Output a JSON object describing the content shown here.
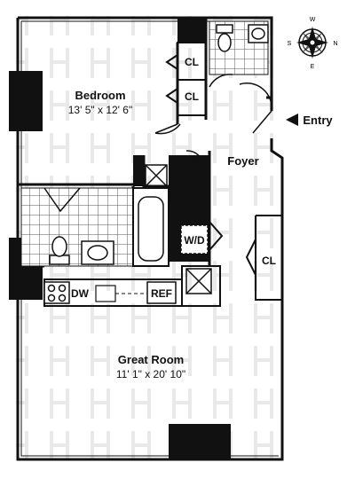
{
  "rooms": {
    "bedroom": {
      "name": "Bedroom",
      "dims": "13' 5\" x 12' 6\""
    },
    "great_room": {
      "name": "Great Room",
      "dims": "11' 1\" x 20' 10\""
    },
    "foyer": {
      "name": "Foyer"
    }
  },
  "labels": {
    "closet": "CL",
    "entry": "Entry",
    "washer_dryer": "W/D",
    "dishwasher": "DW",
    "refrigerator": "REF"
  },
  "compass": {
    "n": "N",
    "s": "S",
    "e": "E",
    "w": "W"
  },
  "colors": {
    "wall": "#111111",
    "tile": "#555555",
    "watermark": "#e9e9e9"
  }
}
